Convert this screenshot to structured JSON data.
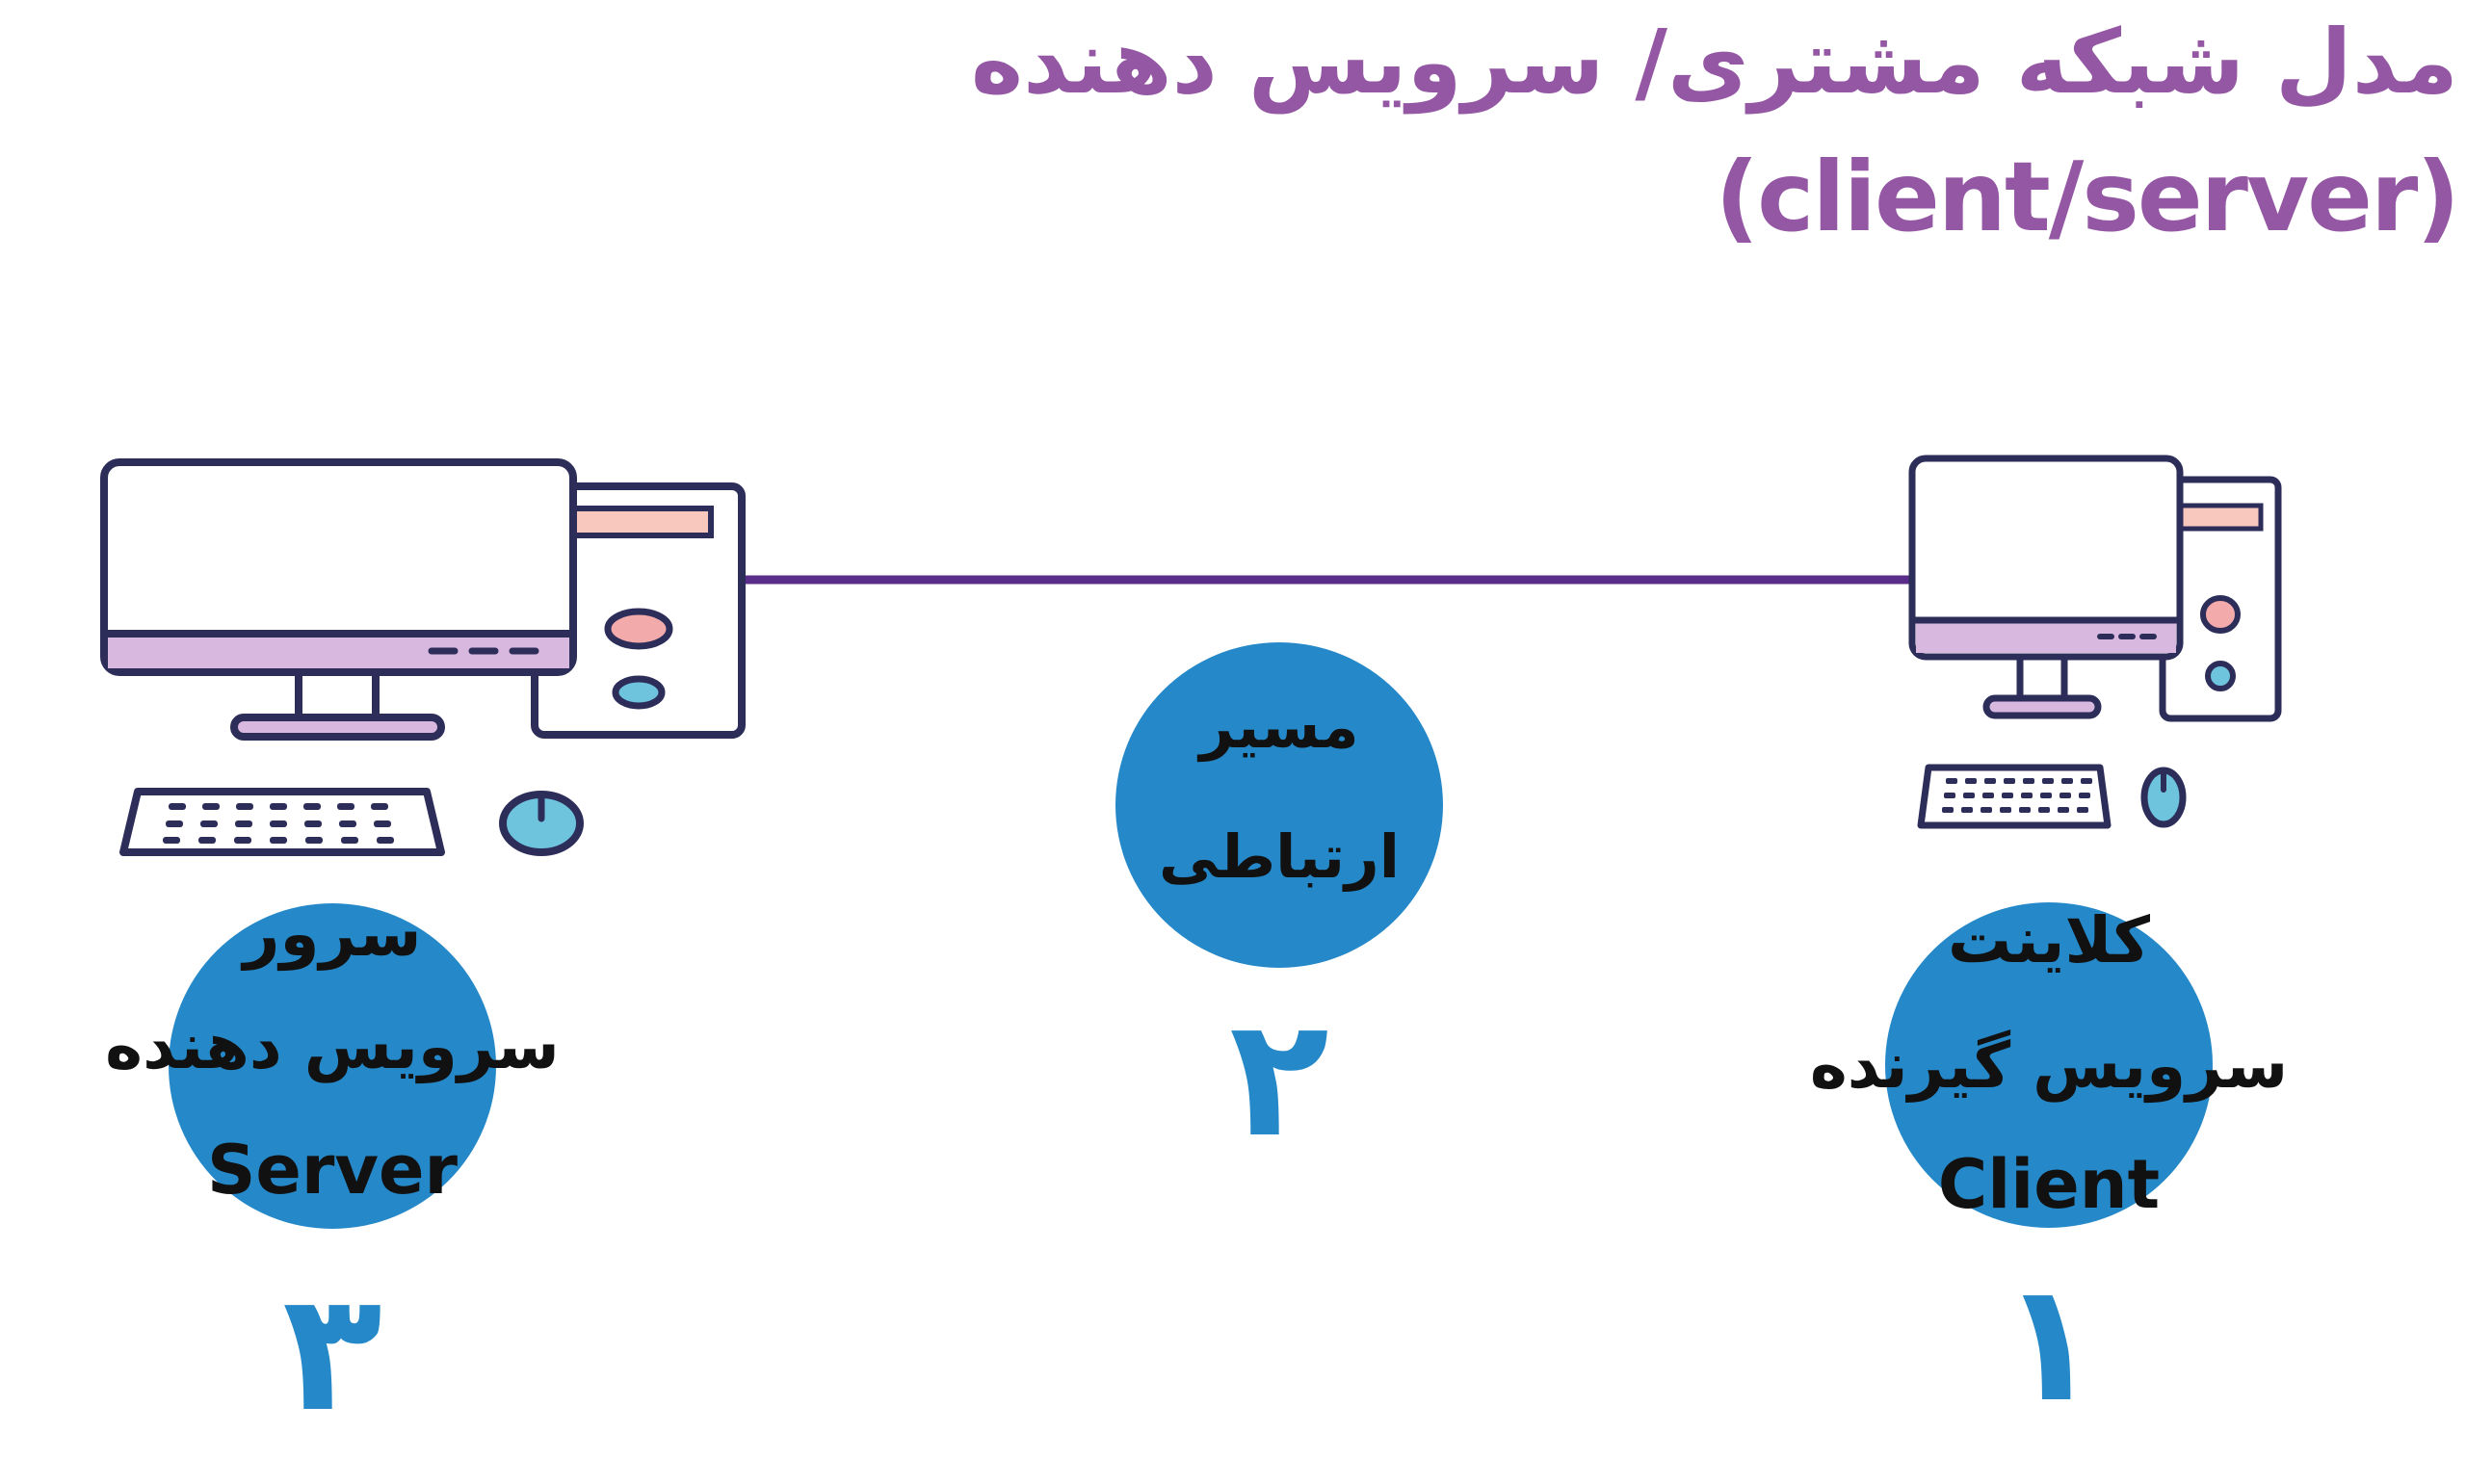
{
  "title": {
    "fa": "مدل شبکه مشتری/ سرویس دهنده",
    "en": "(client/server)"
  },
  "colors": {
    "title": "#9457a3",
    "circle": "#2588c8",
    "line": "#5b2d8a",
    "outline": "#2d2d5a",
    "accent_purple": "#d9b8e0",
    "accent_pink": "#f2aaaa",
    "accent_cyan": "#6ec4dd"
  },
  "nodes": {
    "client": {
      "number": "۱",
      "line1": "کلاینت",
      "line2": "سرویس گیرنده",
      "line3": "Client",
      "icon": "desktop-computer-icon"
    },
    "route": {
      "number": "۲",
      "line1": "مسیر",
      "line2": "ارتباطی",
      "icon": "connection-line"
    },
    "server": {
      "number": "۳",
      "line1": "سرور",
      "line2": "سرویس دهنده",
      "line3": "Server",
      "icon": "desktop-computer-icon"
    }
  }
}
